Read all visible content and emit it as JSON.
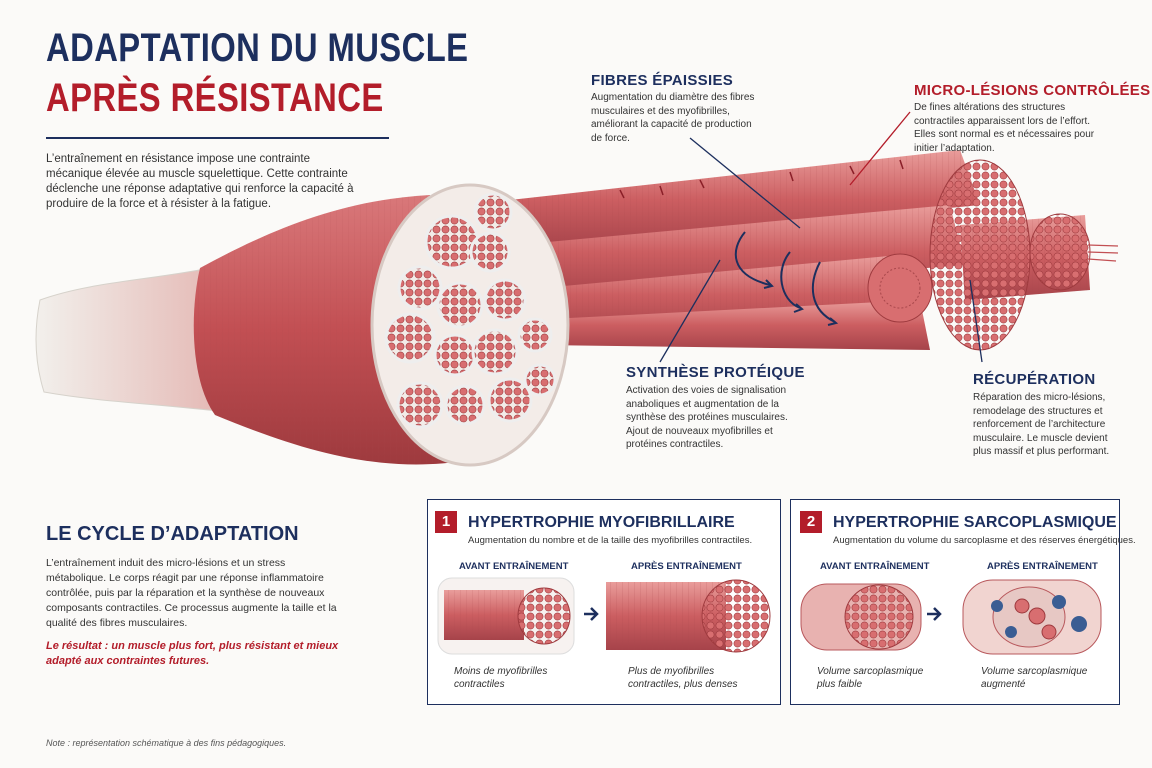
{
  "header": {
    "title_line1": "ADAPTATION DU MUSCLE",
    "title_line2": "APRÈS RÉSISTANCE",
    "intro": "L’entraînement en résistance impose une contrainte mécanique élevée au muscle squelettique. Cette contrainte déclenche une réponse adaptative qui renforce la capacité à produire de la force et à résister à la fatigue."
  },
  "callouts": {
    "fibres": {
      "title": "FIBRES ÉPAISSIES",
      "text": "Augmentation du diamètre des fibres musculaires et des myofibrilles, améliorant la capacité de production de force."
    },
    "lesions": {
      "title": "MICRO-LÉSIONS CONTRÔLÉES",
      "text": "De fines altérations des structures contractiles apparaissent lors de l’effort. Elles sont normal es et nécessaires pour initier l’adaptation."
    },
    "synthese": {
      "title": "SYNTHÈSE PROTÉIQUE",
      "text": "Activation des voies de signalisation anaboliques et augmentation de la synthèse des protéines musculaires. Ajout de nouveaux myofibrilles et protéines contractiles."
    },
    "recuperation": {
      "title": "RÉCUPÉRATION",
      "text": "Réparation des micro-lésions, remodelage des structures et renforcement de l’architecture musculaire. Le muscle devient plus massif et plus performant."
    }
  },
  "cycle": {
    "title": "LE CYCLE D’ADAPTATION",
    "text": "L’entraînement induit des micro-lésions et un stress métabolique. Le corps réagit par une réponse inflammatoire contrôlée, puis par la réparation et la synthèse de nouveaux composants contractiles. Ce processus augmente la taille et la qualité des fibres musculaires.",
    "result": "Le résultat : un muscle plus fort, plus résistant et mieux adapté aux contraintes futures."
  },
  "panels": [
    {
      "number": "1",
      "title": "HYPERTROPHIE MYOFIBRILLAIRE",
      "subtitle": "Augmentation du nombre et de la taille des myofibrilles contractiles.",
      "before_label": "AVANT ENTRAÎNEMENT",
      "after_label": "APRÈS ENTRAÎNEMENT",
      "before_caption": "Moins de myofibrilles contractiles",
      "after_caption": "Plus de myofibrilles contractiles, plus denses"
    },
    {
      "number": "2",
      "title": "HYPERTROPHIE SARCOPLASMIQUE",
      "subtitle": "Augmentation du volume du sarcoplasme et des réserves énergétiques.",
      "before_label": "AVANT ENTRAÎNEMENT",
      "after_label": "APRÈS ENTRAÎNEMENT",
      "before_caption": "Volume sarcoplasmique plus faible",
      "after_caption": "Volume sarcoplasmique augmenté"
    }
  ],
  "footer": {
    "note": "Note : représentation schématique à des fins pédagogiques."
  },
  "colors": {
    "navy": "#1d2f5e",
    "red_accent": "#b31d2a",
    "muscle": "#c9565a",
    "muscle_light": "#e69a98",
    "tendon": "#eceae6"
  }
}
